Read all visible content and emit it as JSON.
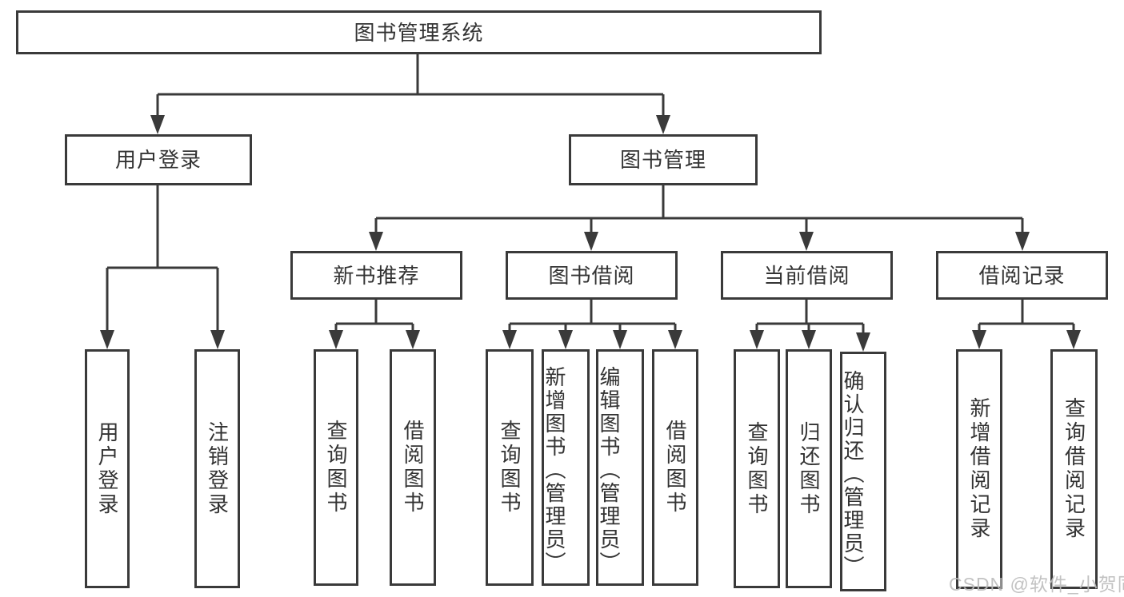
{
  "diagram_title": "图书管理系统",
  "tree": {
    "root": {
      "label": "图书管理系统"
    },
    "branches": [
      {
        "label": "用户登录",
        "children": [
          {
            "label": "用户登录"
          },
          {
            "label": "注销登录"
          }
        ]
      },
      {
        "label": "图书管理",
        "children": [
          {
            "label": "新书推荐",
            "children": [
              {
                "label": "查询图书"
              },
              {
                "label": "借阅图书"
              }
            ]
          },
          {
            "label": "图书借阅",
            "children": [
              {
                "label": "查询图书"
              },
              {
                "label": "新增图书（管理员）"
              },
              {
                "label": "编辑图书（管理员）"
              },
              {
                "label": "借阅图书"
              }
            ]
          },
          {
            "label": "当前借阅",
            "children": [
              {
                "label": "查询图书"
              },
              {
                "label": "归还图书"
              },
              {
                "label": "确认归还（管理员）"
              }
            ]
          },
          {
            "label": "借阅记录",
            "children": [
              {
                "label": "新增借阅记录"
              },
              {
                "label": "查询借阅记录"
              }
            ]
          }
        ]
      }
    ]
  },
  "watermark": {
    "text": "CSDN @软件_小贺同学"
  },
  "colors": {
    "line": "#3a3a3a",
    "text": "#333333",
    "box_bg": "#ffffff",
    "watermark": "#bcbcbc",
    "background": "#ffffff"
  }
}
